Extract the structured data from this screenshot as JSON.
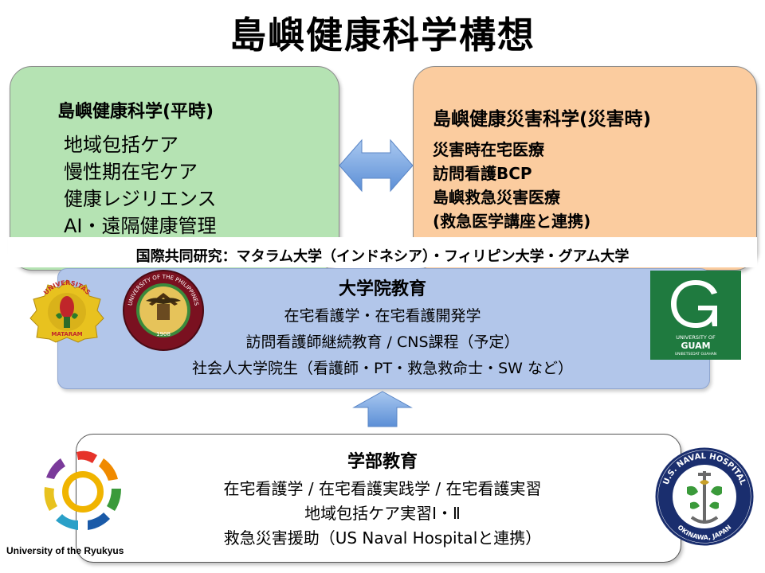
{
  "title": "島嶼健康科学構想",
  "peacetime": {
    "heading": "島嶼健康科学(平時)",
    "items": [
      "地域包括ケア",
      "慢性期在宅ケア",
      "健康レジリエンス",
      "AI・遠隔健康管理"
    ]
  },
  "disaster": {
    "heading": "島嶼健康災害科学(災害時)",
    "items": [
      "災害時在宅医療",
      "訪問看護BCP",
      "島嶼救急災害医療",
      "(救急医学講座と連携)"
    ]
  },
  "international": {
    "text": "国際共同研究：マタラム大学（インドネシア）・フィリピン大学・グアム大学"
  },
  "graduate": {
    "heading": "大学院教育",
    "items": [
      "在宅看護学・在宅看護開発学",
      "訪問看護師継続教育 / CNS課程（予定）",
      "社会人大学院生（看護師・PT・救急救命士・SW など）"
    ]
  },
  "undergraduate": {
    "heading": "学部教育",
    "items": [
      "在宅看護学 / 在宅看護実践学 / 在宅看護実習",
      "地域包括ケア実習Ⅰ・Ⅱ",
      "救急災害援助（US Naval Hospitalと連携）"
    ]
  },
  "logos": {
    "mataram": {
      "top": "UNIVERSITAS",
      "bottom": "MATARAM"
    },
    "philippines": {
      "ring": "UNIVERSITY OF THE PHILIPPINES",
      "year": "1908"
    },
    "guam": {
      "letter": "G",
      "line1": "UNIVERSITY OF",
      "line2": "GUAM",
      "line3": "UNIBETSEDAT GUAHAN"
    },
    "ryukyus": {
      "caption": "University of the Ryukyus"
    },
    "naval": {
      "top": "U.S. NAVAL HOSPITAL",
      "bottom": "OKINAWA, JAPAN"
    }
  },
  "colors": {
    "peacetime_bg": "#b5e3b3",
    "disaster_bg": "#fbcc9f",
    "graduate_bg": "#b2c6ea",
    "arrow_blue": "#7aa6e0",
    "guam_green": "#1f7a3f",
    "naval_navy": "#1a2e6e"
  }
}
